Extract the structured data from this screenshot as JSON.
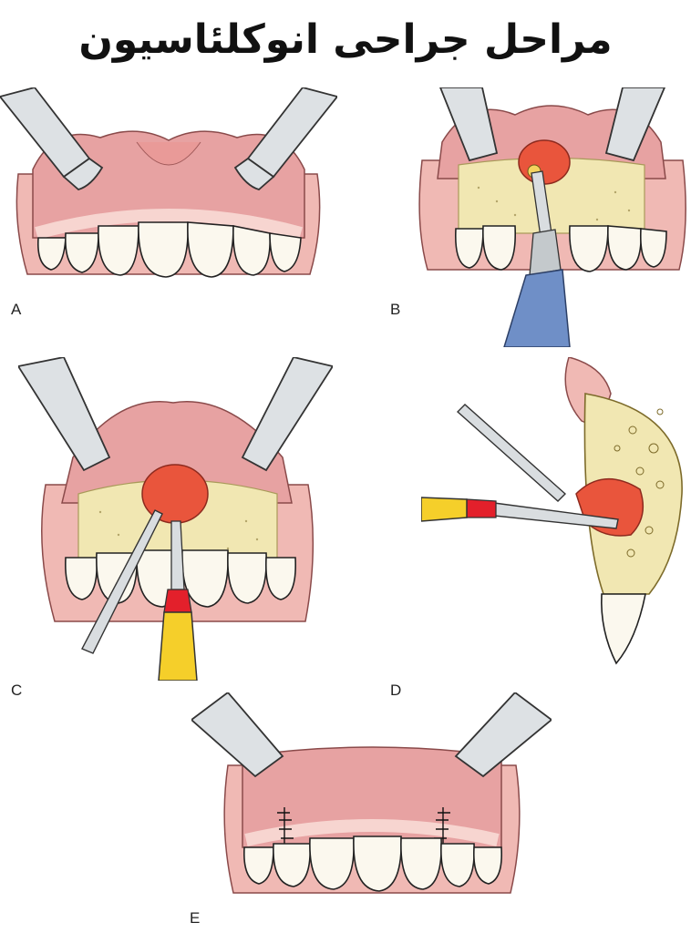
{
  "title": "مراحل جراحی انوکلئاسیون",
  "panels": [
    {
      "id": "A",
      "label": "A"
    },
    {
      "id": "B",
      "label": "B"
    },
    {
      "id": "C",
      "label": "C"
    },
    {
      "id": "D",
      "label": "D"
    },
    {
      "id": "E",
      "label": "E"
    }
  ],
  "colors": {
    "gum": "#e7a2a2",
    "gum_dark": "#c77b7b",
    "tooth": "#fbf8ee",
    "bone": "#f1e7b2",
    "lesion": "#e9553c",
    "instrument": "#d9dde0",
    "drill_blue": "#6f8fc7",
    "handle_yellow": "#f5cf2a",
    "band_red": "#e3202b"
  }
}
